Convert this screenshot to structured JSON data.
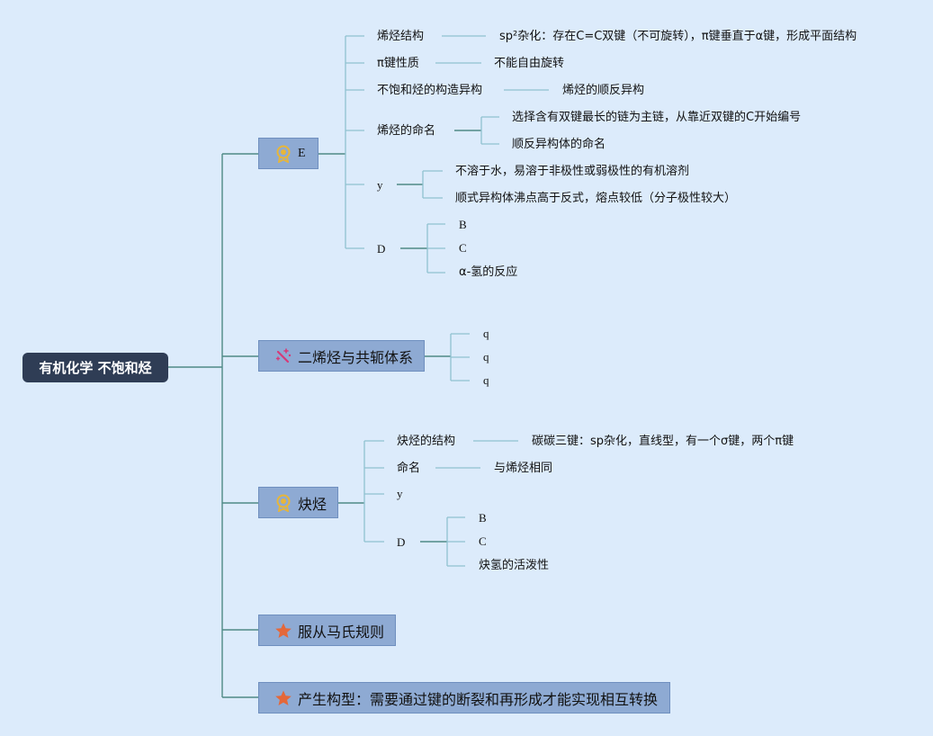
{
  "root": "有机化学 不饱和烃",
  "branches": {
    "e": "E",
    "dienes": "二烯烃与共轭体系",
    "alkynes": "炔烃",
    "markovnikov": "服从马氏规则",
    "conformation": "产生构型：需要通过键的断裂和再形成才能实现相互转换"
  },
  "e_children": {
    "structure": "烯烃结构",
    "structure_detail": "sp²杂化：存在C=C双键（不可旋转），π键垂直于α键，形成平面结构",
    "pi_property": "π键性质",
    "pi_detail": "不能自由旋转",
    "isomerism": "不饱和烃的构造异构",
    "isomerism_detail": "烯烃的顺反异构",
    "naming": "烯烃的命名",
    "naming_detail_1": "选择含有双键最长的链为主链，从靠近双键的C开始编号",
    "naming_detail_2": "顺反异构体的命名",
    "y": "y",
    "y_detail_1": "不溶于水，易溶于非极性或弱极性的有机溶剂",
    "y_detail_2": "顺式异构体沸点高于反式，熔点较低（分子极性较大）",
    "d": "D",
    "d_detail_1": "B",
    "d_detail_2": "C",
    "d_detail_3": "α-氢的反应"
  },
  "diene_children": [
    "q",
    "q",
    "q"
  ],
  "alkyne_children": {
    "structure": "炔烃的结构",
    "structure_detail": "碳碳三键：sp杂化，直线型，有一个σ键，两个π键",
    "naming": "命名",
    "naming_detail": "与烯烃相同",
    "y": "y",
    "d": "D",
    "d_detail_1": "B",
    "d_detail_2": "C",
    "d_detail_3": "炔氢的活泼性"
  },
  "icons": {
    "e": "award-icon",
    "dienes": "magic-wand-icon",
    "alkynes": "award-icon",
    "markovnikov": "star-icon",
    "conformation": "star-icon"
  },
  "colors": {
    "background": "#dcebfb",
    "root_fill": "#2f3d55",
    "branch_fill": "#8eaad3",
    "main_line": "#4f8a86",
    "sub_line": "#8fc1d0",
    "award": "#e7b63a",
    "wand": "#d63a78",
    "star": "#e4683a"
  }
}
